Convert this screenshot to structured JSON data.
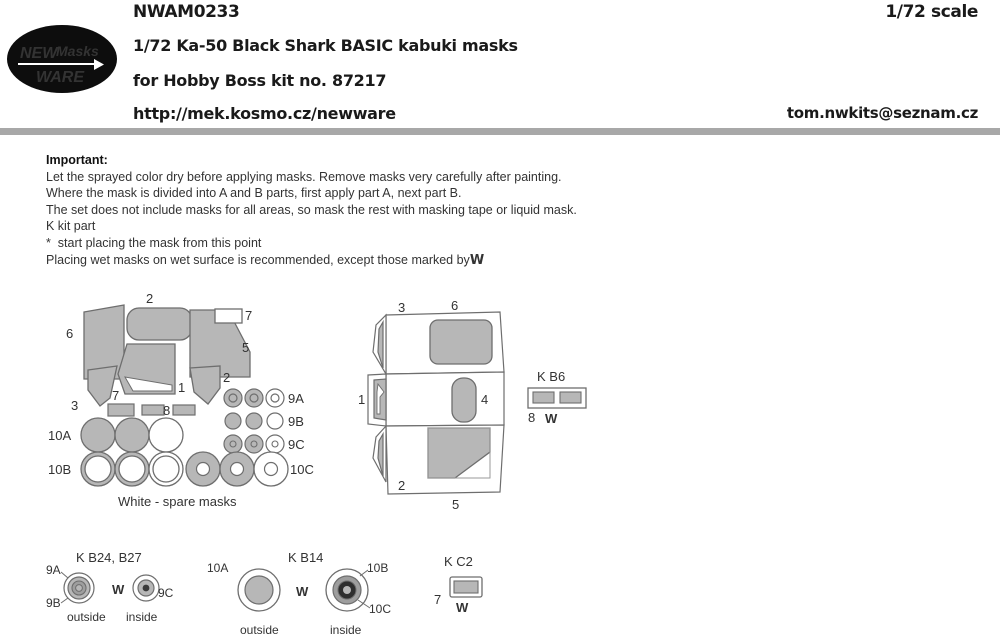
{
  "header": {
    "code": "NWAM0233",
    "scale": "1/72 scale",
    "line1": "1/72 Ka-50 Black Shark BASIC kabuki masks",
    "line2": "for Hobby Boss kit no. 87217",
    "line3": "http://mek.kosmo.cz/newware",
    "email": "tom.nwkits@seznam.cz"
  },
  "logo": {
    "word_top": "NEW",
    "word_mid": "Masks",
    "word_bottom": "WARE",
    "bg_color": "#0d0d0d",
    "text_color": "#ffffff",
    "masks_color": "#9a9a9a"
  },
  "important": {
    "title": "Important:",
    "lines": [
      "Let the sprayed color dry before applying masks. Remove masks very carefully after painting.",
      "Where the mask is divided into A and B parts, first apply part A, next part B.",
      "The set does not include masks for all areas, so mask the rest with masking tape or liquid mask.",
      "K kit part",
      "*  start placing the mask from this point",
      "Placing wet masks on wet surface is recommended, except those marked by"
    ],
    "wet_symbol": "W"
  },
  "colors": {
    "mask_fill": "#b7b7b7",
    "mask_stroke": "#6e6e6e",
    "white_fill": "#ffffff",
    "line": "#555555",
    "rule": "#a8a8a8",
    "label": "#333333"
  },
  "left_group": {
    "caption": "White - spare masks",
    "shape_labels": [
      "2",
      "7",
      "6",
      "5",
      "1",
      "2",
      "3",
      "7",
      "8"
    ],
    "circle_rows": [
      {
        "label": "9A",
        "kind": "ring-dot"
      },
      {
        "label": "9B",
        "kind": "disc"
      },
      {
        "label": "9C",
        "kind": "ring-small-dot"
      },
      {
        "label": "10A",
        "kind": "disc-large"
      },
      {
        "label": "10B",
        "kind": "ring-large"
      },
      {
        "label": "10C",
        "kind": "ring-dot-large"
      }
    ]
  },
  "center_group": {
    "panel_labels": [
      "3",
      "6",
      "1",
      "4",
      "2",
      "5"
    ]
  },
  "kb6_group": {
    "title": "K B6",
    "number": "8",
    "wet_symbol": "W"
  },
  "kb24_group": {
    "title": "K B24, B27",
    "labels": {
      "outer_top": "9A",
      "outer_bottom": "9B",
      "inner": "9C"
    },
    "captions": {
      "left": "outside",
      "right": "inside"
    },
    "wet_symbol": "W"
  },
  "kb14_group": {
    "title": "K B14",
    "labels": {
      "left": "10A",
      "right_top": "10B",
      "right_bottom": "10C"
    },
    "captions": {
      "left": "outside",
      "right": "inside"
    },
    "wet_symbol": "W"
  },
  "kc2_group": {
    "title": "K C2",
    "number": "7",
    "wet_symbol": "W"
  }
}
